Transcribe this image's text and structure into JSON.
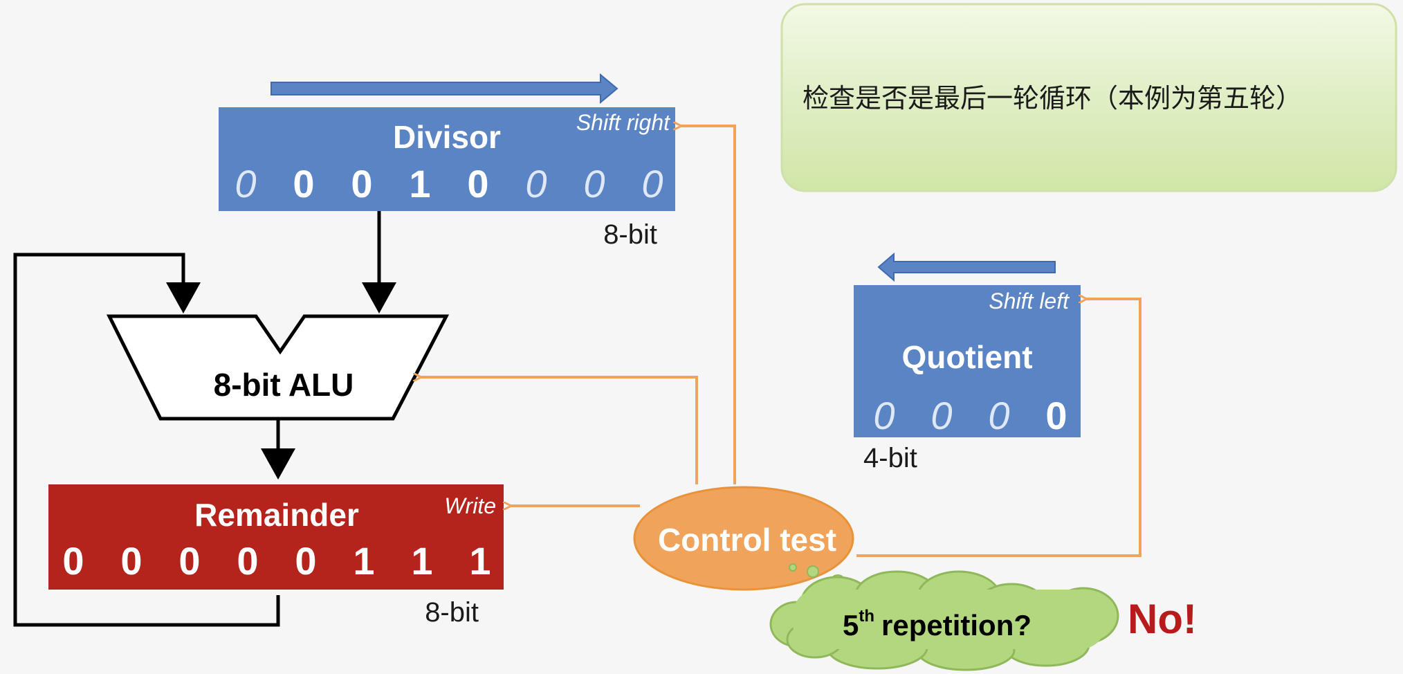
{
  "note": "检查是否是最后一轮循环（本例为第五轮）",
  "divisor": {
    "title": "Divisor",
    "action": "Shift right",
    "size": "8-bit",
    "bits": [
      "0",
      "0",
      "0",
      "1",
      "0",
      "0",
      "0",
      "0"
    ],
    "bits_dim": [
      true,
      false,
      false,
      false,
      false,
      true,
      true,
      true
    ]
  },
  "quotient": {
    "title": "Quotient",
    "action": "Shift left",
    "size": "4-bit",
    "bits": [
      "0",
      "0",
      "0",
      "0"
    ],
    "bits_dim": [
      true,
      true,
      true,
      false
    ]
  },
  "remainder": {
    "title": "Remainder",
    "action": "Write",
    "size": "8-bit",
    "bits": [
      "0",
      "0",
      "0",
      "0",
      "0",
      "1",
      "1",
      "1"
    ]
  },
  "alu": {
    "label": "8-bit ALU"
  },
  "control": {
    "label": "Control test"
  },
  "bubble": {
    "text": "repetition?",
    "ordinal": "5",
    "superscript": "th"
  },
  "answer": "No!",
  "colors": {
    "register_blue": "#5b84c4",
    "remainder_red": "#b5241c",
    "control_orange": "#f0a35a",
    "control_edge": "#e8923a",
    "bubble_green": "#b3d77e",
    "note_green": "#d9eab8",
    "answer_red": "#b71c1c"
  }
}
